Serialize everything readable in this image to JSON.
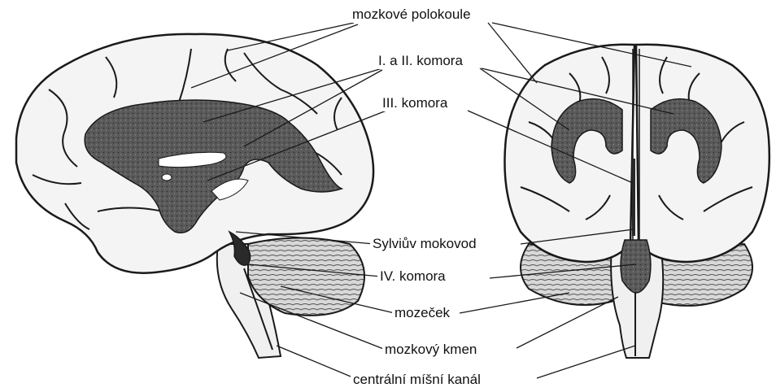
{
  "labels": {
    "hemispheres": "mozkové polokoule",
    "ventricles_1_2": "I.  a II. komora",
    "ventricle_3": "III. komora",
    "aqueduct": "Sylviův mokovod",
    "ventricle_4": "IV. komora",
    "cerebellum": "mozeček",
    "brainstem": "mozkový kmen",
    "central_canal": "centrální míšní kanál"
  },
  "colors": {
    "outline": "#1a1a1a",
    "ventricle_fill": "#4a4a4a",
    "tissue": "#f4f4f4",
    "background": "#ffffff"
  },
  "views": [
    "lateral",
    "frontal"
  ]
}
